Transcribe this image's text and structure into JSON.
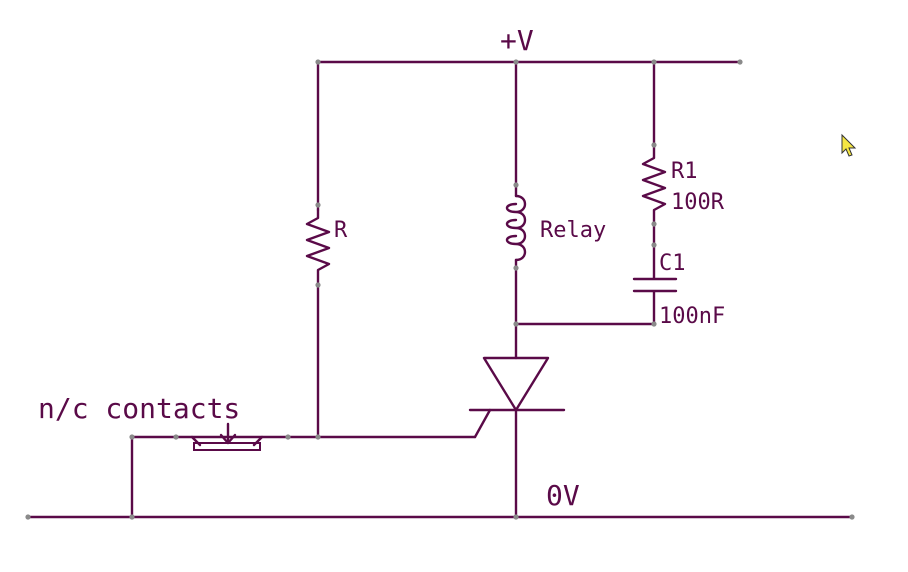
{
  "schematic": {
    "supply_label": "+V",
    "ground_label": "0V",
    "resistor_label": "R",
    "relay_label": "Relay",
    "r1_name": "R1",
    "r1_value": "100R",
    "c1_name": "C1",
    "c1_value": "100nF",
    "contacts_label": "n/c contacts",
    "wire_color": "#5a0a48"
  }
}
